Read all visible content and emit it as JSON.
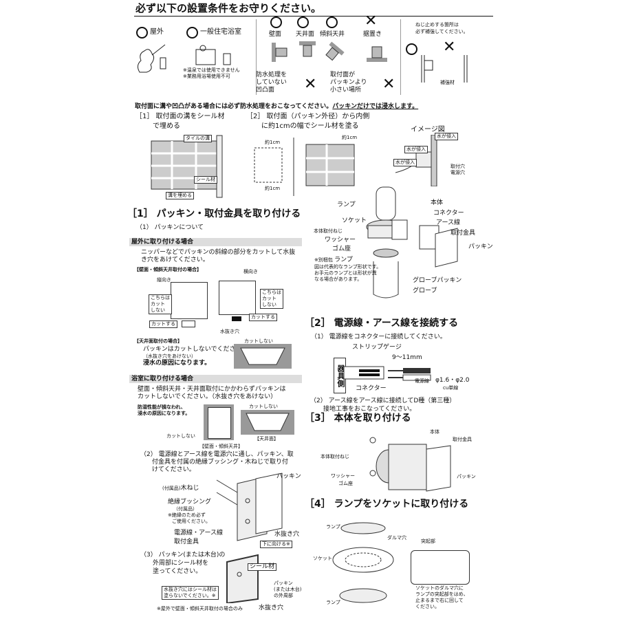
{
  "header": {
    "title": "必ず以下の設置条件をお守りください。"
  },
  "conditions": {
    "outdoor": "屋外",
    "home_bathroom": "一般住宅浴室",
    "note1": "※温泉では使用できません",
    "note2": "※業務用浴場使用不可",
    "wall": "壁面",
    "ceiling": "天井面",
    "slope": "傾斜天井",
    "floor": "据置き",
    "waterproof_a": "防水処理を",
    "waterproof_b": "していない",
    "waterproof_c": "凹凸面",
    "packing_a": "取付面が",
    "packing_b": "パッキンより",
    "packing_c": "小さい場所",
    "screw_note_a": "ねじ止めする箇所は",
    "screw_note_b": "必ず補強してください。",
    "reinforce": "補強材"
  },
  "waterproof": {
    "notice": "取付面に溝や凹凸がある場合には必ず防水処理をおこなってください。",
    "notice_u": "パッキンだけでは浸水します。",
    "step1_a": "［1］ 取付面の溝をシール材",
    "step1_b": "で埋める",
    "step2_a": "［2］ 取付面（パッキン外径）から内側",
    "step2_b": "に約1cmの幅でシール材を塗る",
    "tile": "タイルの溝",
    "seal": "シール材",
    "fill": "溝を埋める",
    "cm1": "約1cm",
    "cm2": "約1cm",
    "cm3": "約1cm",
    "image": "イメージ図",
    "water_in1": "水が侵入",
    "water_in2": "水が侵入",
    "water_in3": "水が侵入",
    "holes_a": "取付穴",
    "holes_b": "電源穴"
  },
  "section1": {
    "title": "［1］ パッキン・取付金具を取り付ける",
    "sub1": "（1） パッキンについて",
    "outdoor_bar": "屋外に取り付ける場合",
    "outdoor_text1": "ニッパーなどでパッキンの斜線の部分をカットして水抜",
    "outdoor_text2": "き穴をあけてください。",
    "wall_case": "【壁面・傾斜天井取付の場合】",
    "vertical": "縦向き",
    "horizontal": "横向き",
    "no_cut_a": "こちらは",
    "no_cut_b": "カット",
    "no_cut_c": "しない",
    "no_cut2_a": "こちらは",
    "no_cut2_b": "カット",
    "no_cut2_c": "しない",
    "cut": "カットする",
    "cut2": "カットする",
    "drain": "水抜き穴",
    "ceiling_case": "【天井面取付の場合】",
    "ceiling_text1": "パッキンはカットしないでください。",
    "ceiling_text2": "（水抜き穴をあけない）",
    "ceiling_text3": "浸水の原因になります。",
    "no_cut_top": "カットしない",
    "bath_bar": "浴室に取り付ける場合",
    "bath_text1": "壁面・傾斜天井・天井面取付にかかわらずパッキンは",
    "bath_text2": "カットしないでください。（水抜き穴をあけない）",
    "bath_warn1": "防湿性能が損なわれ、",
    "bath_warn2": "浸水の原因になります。",
    "no_cut_b1": "カットしない",
    "no_cut_b2": "カットしない",
    "bath_wall": "【壁面・傾斜天井】",
    "bath_ceiling": "【天井面】",
    "sub2_a": "（2） 電源線とアース線を電源穴に通し、パッキン、取",
    "sub2_b": "付金具を付属の絶縁ブッシング・木ねじで取り付",
    "sub2_c": "けてください。",
    "packing": "パッキン",
    "wood_screw_pre": "(付属品)",
    "wood_screw": "木ねじ",
    "bushing": "絶縁ブッシング",
    "bushing_note": "（付属品）",
    "bushing_req1": "※絶縁のため必ず",
    "bushing_req2": "ご使用ください。",
    "wires": "電源線・アース線",
    "bracket": "取付金具",
    "drain2": "水抜き穴",
    "down": "下に向ける※",
    "sub3_a": "（3） パッキン(または木台)の",
    "sub3_b": "外周部にシール材を",
    "sub3_c": "塗ってください。",
    "seal": "シール材",
    "seal_note_a": "水抜き穴にはシール材は",
    "seal_note_b": "塗らないでください。※",
    "outer_a": "パッキン",
    "outer_b": "(または木台)",
    "outer_c": "の外周部",
    "drain3": "水抜き穴",
    "footnote": "※屋外で壁面・傾斜天井取付の場合のみ"
  },
  "parts": {
    "lamp": "ランプ",
    "body": "本体",
    "connector": "コネクター",
    "earth": "アース線",
    "socket": "ソケット",
    "body_screw": "本体取付ねじ",
    "washer": "ワッシャー",
    "rubber": "ゴム座",
    "bracket": "取付金具",
    "packing": "パッキン",
    "sold_a": "※別梱包",
    "sold_b": "ランプ",
    "note1": "図は代表的なランプ形状です。",
    "note2": "お手元のランプとは形状が異",
    "note3": "なる場合があります。",
    "globe_packing": "グローブパッキン",
    "globe": "グローブ"
  },
  "section2": {
    "title": "［2］ 電源線・アース線を接続する",
    "sub1": "（1） 電源線をコネクターに接続してください。",
    "strip": "ストリップゲージ",
    "length": "9～11mm",
    "device_side": "器具側",
    "connector": "コネクター",
    "power": "電源線",
    "size": "φ1.6・φ2.0",
    "cu": "cu単線",
    "sub2_a": "（2） アース線をアース線に接続してD種（第三種）",
    "sub2_b": "接地工事をおこなってください。"
  },
  "section3": {
    "title": "［3］ 本体を取り付ける",
    "body": "本体",
    "bracket": "取付金具",
    "body_screw": "本体取付ねじ",
    "packing": "パッキン",
    "washer": "ワッシャー",
    "rubber": "ゴム座"
  },
  "section4": {
    "title": "［4］ ランプをソケットに取り付ける",
    "lamp_top": "ランプ",
    "daruma": "ダルマ穴",
    "protrusion": "突起部",
    "socket": "ソケット",
    "lamp_bottom": "ランプ",
    "note1": "ソケットのダルマ穴に",
    "note2": "ランプの突起部をはめ、",
    "note3": "止まるまで右に回して",
    "note4": "ください。"
  }
}
